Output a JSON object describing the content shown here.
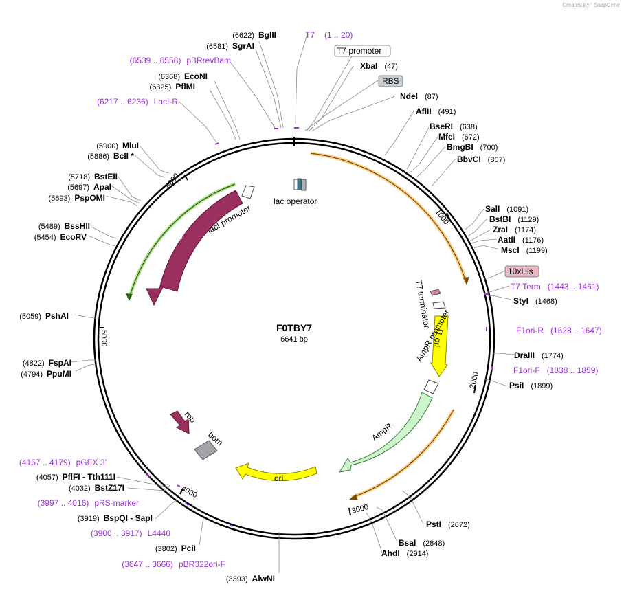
{
  "credit": {
    "text": "Created by",
    "brand": "SnapGene"
  },
  "map": {
    "name": "F0TBY7",
    "length_label": "6641 bp",
    "length": 6641
  },
  "ticks": [
    "1000",
    "2000",
    "3000",
    "4000",
    "5000",
    "6000"
  ],
  "sites": [
    {
      "id": "bglii",
      "name": "BglII",
      "pos": "(6622)",
      "bp": 6622
    },
    {
      "id": "sgrai",
      "name": "SgrAI",
      "pos": "(6581)",
      "bp": 6581
    },
    {
      "id": "xbai",
      "name": "XbaI",
      "pos": "(47)",
      "bp": 47
    },
    {
      "id": "ndei",
      "name": "NdeI",
      "pos": "(87)",
      "bp": 87
    },
    {
      "id": "aflii",
      "name": "AflII",
      "pos": "(491)",
      "bp": 491
    },
    {
      "id": "bseri",
      "name": "BseRI",
      "pos": "(638)",
      "bp": 638
    },
    {
      "id": "mfei",
      "name": "MfeI",
      "pos": "(672)",
      "bp": 672
    },
    {
      "id": "bmgbi",
      "name": "BmgBI",
      "pos": "(700)",
      "bp": 700
    },
    {
      "id": "bbvci",
      "name": "BbvCI",
      "pos": "(807)",
      "bp": 807
    },
    {
      "id": "sali",
      "name": "SalI",
      "pos": "(1091)",
      "bp": 1091
    },
    {
      "id": "bstbi",
      "name": "BstBI",
      "pos": "(1129)",
      "bp": 1129
    },
    {
      "id": "zrai",
      "name": "ZraI",
      "pos": "(1174)",
      "bp": 1174
    },
    {
      "id": "aatii",
      "name": "AatII",
      "pos": "(1176)",
      "bp": 1176
    },
    {
      "id": "msci",
      "name": "MscI",
      "pos": "(1199)",
      "bp": 1199
    },
    {
      "id": "styi",
      "name": "StyI",
      "pos": "(1468)",
      "bp": 1468
    },
    {
      "id": "draiii",
      "name": "DraIII",
      "pos": "(1774)",
      "bp": 1774
    },
    {
      "id": "psii",
      "name": "PsiI",
      "pos": "(1899)",
      "bp": 1899
    },
    {
      "id": "psti",
      "name": "PstI",
      "pos": "(2672)",
      "bp": 2672
    },
    {
      "id": "bsai",
      "name": "BsaI",
      "pos": "(2848)",
      "bp": 2848
    },
    {
      "id": "ahdi",
      "name": "AhdI",
      "pos": "(2914)",
      "bp": 2914
    },
    {
      "id": "alwni",
      "name": "AlwNI",
      "pos": "(3393)",
      "bp": 3393
    },
    {
      "id": "pcii",
      "name": "PciI",
      "pos": "(3802)",
      "bp": 3802
    },
    {
      "id": "bspqi",
      "name": "BspQI",
      "extra": " - SapI",
      "pos": "(3919)",
      "bp": 3919
    },
    {
      "id": "bstz17i",
      "name": "BstZ17I",
      "pos": "(4032)",
      "bp": 4032
    },
    {
      "id": "pflfi",
      "name": "PflFI",
      "extra": " - Tth111I",
      "pos": "(4057)",
      "bp": 4057
    },
    {
      "id": "ppumi",
      "name": "PpuMI",
      "pos": "(4794)",
      "bp": 4794
    },
    {
      "id": "fspai",
      "name": "FspAI",
      "pos": "(4822)",
      "bp": 4822
    },
    {
      "id": "pshai",
      "name": "PshAI",
      "pos": "(5059)",
      "bp": 5059
    },
    {
      "id": "ecorv",
      "name": "EcoRV",
      "pos": "(5454)",
      "bp": 5454
    },
    {
      "id": "bsshii",
      "name": "BssHII",
      "pos": "(5489)",
      "bp": 5489
    },
    {
      "id": "pspomi",
      "name": "PspOMI",
      "pos": "(5693)",
      "bp": 5693
    },
    {
      "id": "apai",
      "name": "ApaI",
      "pos": "(5697)",
      "bp": 5697
    },
    {
      "id": "bsteii",
      "name": "BstEII",
      "pos": "(5718)",
      "bp": 5718
    },
    {
      "id": "bcli",
      "name": "BclI *",
      "pos": "(5886)",
      "bp": 5886
    },
    {
      "id": "mlui",
      "name": "MluI",
      "pos": "(5900)",
      "bp": 5900
    },
    {
      "id": "pfimi",
      "name": "PflMI",
      "pos": "(6325)",
      "bp": 6325
    },
    {
      "id": "econi",
      "name": "EcoNI",
      "pos": "(6368)",
      "bp": 6368
    }
  ],
  "primers": [
    {
      "id": "t7",
      "name": "T7",
      "range": "(1 .. 20)",
      "bp": 10
    },
    {
      "id": "pbrrevbam",
      "name": "pBRrevBam",
      "range": "(6539 .. 6558)",
      "bp": 6548
    },
    {
      "id": "laci-r",
      "name": "LacI-R",
      "range": "(6217 .. 6236)",
      "bp": 6226
    },
    {
      "id": "t7term",
      "name": "T7 Term",
      "range": "(1443 .. 1461)",
      "bp": 1452
    },
    {
      "id": "f1ori-r",
      "name": "F1ori-R",
      "range": "(1628 .. 1647)",
      "bp": 1637
    },
    {
      "id": "f1ori-f",
      "name": "F1ori-F",
      "range": "(1838 .. 1859)",
      "bp": 1848
    },
    {
      "id": "pgex3",
      "name": "pGEX 3'",
      "range": "(4157 .. 4179)",
      "bp": 4168
    },
    {
      "id": "prs-marker",
      "name": "pRS-marker",
      "range": "(3997 .. 4016)",
      "bp": 4006
    },
    {
      "id": "l4440",
      "name": "L4440",
      "range": "(3900 .. 3917)",
      "bp": 3908
    },
    {
      "id": "pbr322ori-f",
      "name": "pBR322ori-F",
      "range": "(3647 .. 3666)",
      "bp": 3656
    }
  ],
  "boxed_features": [
    {
      "id": "t7-promoter",
      "label": "T7 promoter",
      "fill": "#ffffff"
    },
    {
      "id": "rbs",
      "label": "RBS",
      "fill": "#c8cdd2"
    },
    {
      "id": "10xhis",
      "label": "10xHis",
      "fill": "#e8b8c4"
    }
  ],
  "features": [
    {
      "id": "lac-operator",
      "label": "lac operator"
    },
    {
      "id": "laci-promoter",
      "label": "lacI promoter"
    },
    {
      "id": "laci",
      "label": "lacI",
      "color": "#9b2f5f"
    },
    {
      "id": "t7-terminator",
      "label": "T7 terminator"
    },
    {
      "id": "f1-ori",
      "label": "f1 ori",
      "color": "#ffff00"
    },
    {
      "id": "ampr-promoter",
      "label": "AmpR promoter"
    },
    {
      "id": "ampr",
      "label": "AmpR",
      "color": "#ccf5cc"
    },
    {
      "id": "ori",
      "label": "ori",
      "color": "#ffff00"
    },
    {
      "id": "rop",
      "label": "rop",
      "color": "#9b2f5f"
    },
    {
      "id": "bom",
      "label": "bom",
      "color": "#a0a4a8"
    }
  ],
  "colors": {
    "primer": "#9b30d9",
    "orf_orange": "#f5a623",
    "orf_green": "#4caf30",
    "laci": "#9b2f5f"
  }
}
